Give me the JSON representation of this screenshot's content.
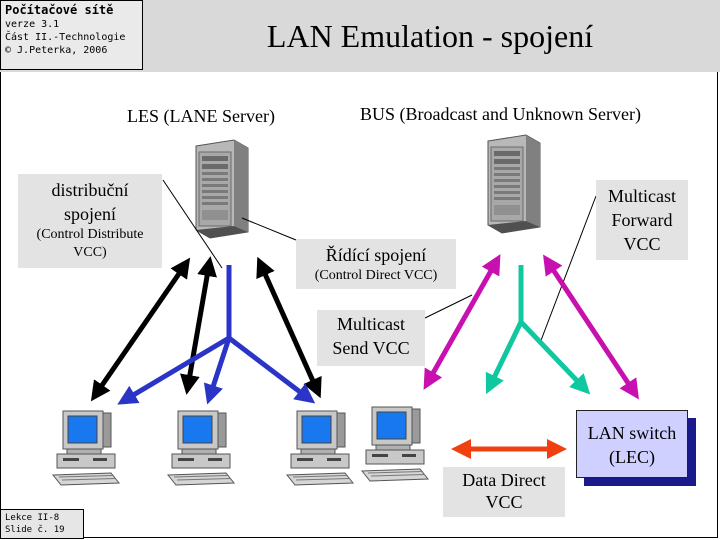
{
  "info": {
    "course": "Počítačové sítě",
    "version": "verze 3.1",
    "part": "Část II.-Technologie",
    "author": "© J.Peterka, 2006"
  },
  "title": "LAN Emulation - spojení",
  "les_label": "LES (LANE Server)",
  "bus_label": "BUS (Broadcast and Unknown Server)",
  "distrib": {
    "line1": "distribuční",
    "line2": "spojení",
    "sub": "(Control Distribute VCC)"
  },
  "ridici": {
    "line1": "Řídící spojení",
    "sub": "(Control Direct VCC)"
  },
  "multicast_forward": {
    "line1": "Multicast",
    "line2": "Forward",
    "line3": "VCC"
  },
  "multicast_send": {
    "line1": "Multicast",
    "line2": "Send VCC"
  },
  "data_direct": {
    "line1": "Data Direct",
    "line2": "VCC"
  },
  "lan_switch": {
    "line1": "LAN switch",
    "line2": "(LEC)"
  },
  "footer": {
    "line1": "Lekce II-8",
    "line2": "Slide č. 19"
  },
  "colors": {
    "control_distribute": "#000000",
    "control_direct": "#2a35c8",
    "multicast_forward": "#c810b0",
    "multicast_send": "#10c8a0",
    "data_direct": "#f04010",
    "lan_switch_fill": "#cfd0ff",
    "monitor_screen": "#1878f0"
  }
}
